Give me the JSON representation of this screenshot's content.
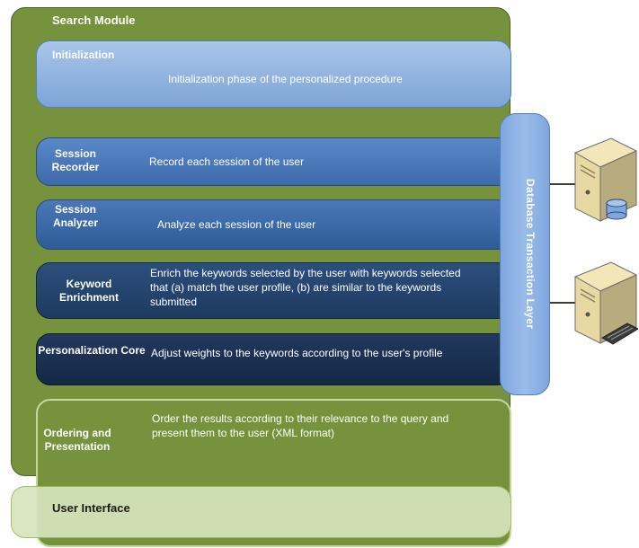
{
  "module_title": "Search Module",
  "layers": [
    {
      "name": "Initialization",
      "description": "Initialization phase of the personalized procedure"
    },
    {
      "name": "Session Recorder",
      "description": "Record each session of the user"
    },
    {
      "name": "Session Analyzer",
      "description": "Analyze each session of the user"
    },
    {
      "name": "Keyword Enrichment",
      "description": "Enrich the keywords selected by the user with keywords selected that (a) match the user profile, (b) are similar to the keywords submitted"
    },
    {
      "name": "Personalization Core",
      "description": "Adjust weights to the keywords according to the user's profile"
    },
    {
      "name": "Ordering and Presentation",
      "description": "Order the results according to their relevance to the query and present them to the user (XML format)"
    }
  ],
  "user_interface": "User Interface",
  "database_layer": "Database Transaction Layer",
  "icons": [
    "database-server-icon",
    "server-with-keyboard-icon"
  ],
  "colors": {
    "module_green": "#76923c",
    "ui_green": "#d7e4bc",
    "db_blue": "#8fb3e4"
  }
}
